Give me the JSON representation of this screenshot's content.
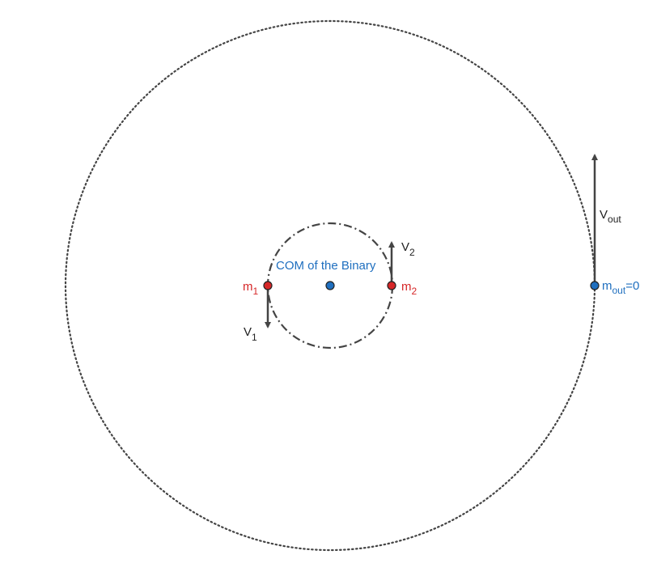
{
  "diagram": {
    "com": {
      "label": "COM of the Binary",
      "color": "#1f6fbf"
    },
    "body1": {
      "mass_symbol": "m",
      "mass_subscript": "1",
      "velocity_symbol": "V",
      "velocity_subscript": "1",
      "color": "#d62728"
    },
    "body2": {
      "mass_symbol": "m",
      "mass_subscript": "2",
      "velocity_symbol": "V",
      "velocity_subscript": "2",
      "color": "#d62728"
    },
    "outer_body": {
      "mass_symbol": "m",
      "mass_subscript": "out",
      "mass_value": "=0",
      "velocity_symbol": "V",
      "velocity_subscript": "out",
      "color": "#1f6fbf"
    },
    "colors": {
      "orbit": "#444444",
      "arrow": "#444444",
      "text": "#222222"
    }
  }
}
